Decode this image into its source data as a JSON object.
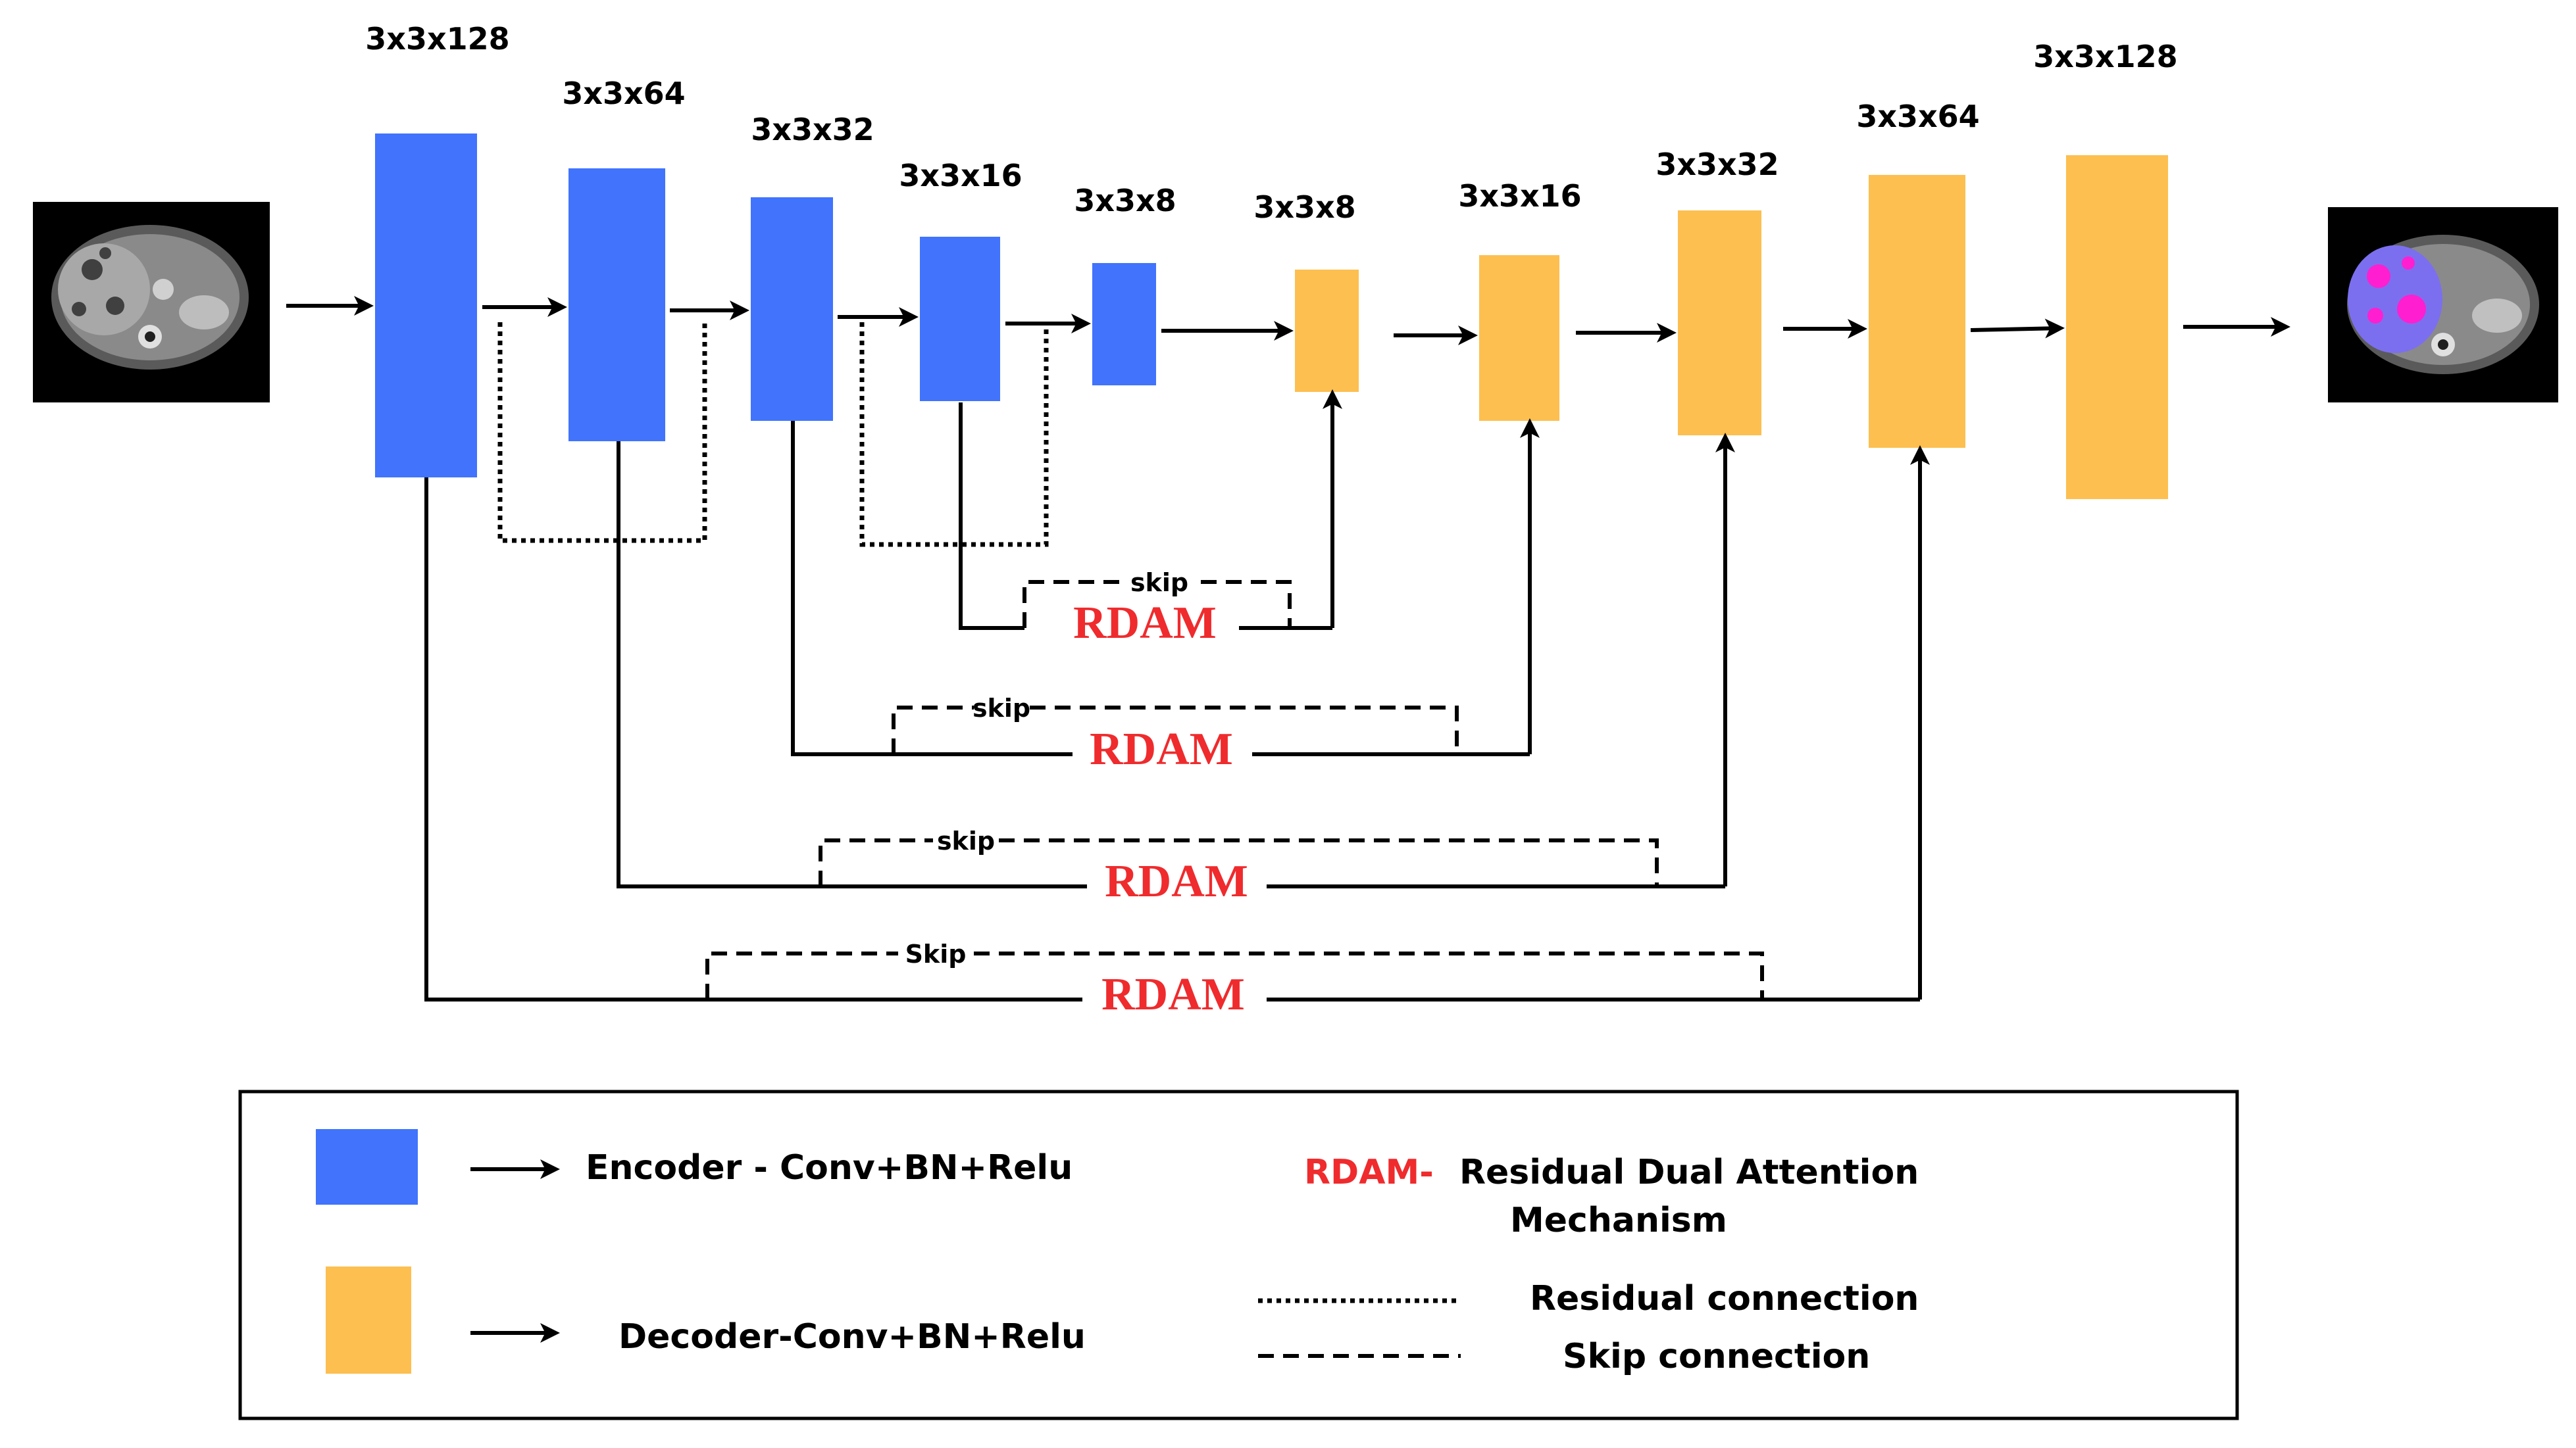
{
  "colors": {
    "encoder": "#4173fd",
    "decoder": "#fdbf50",
    "rdam": "#ef2b2d",
    "line": "#000000"
  },
  "encoder_blocks": [
    {
      "label": "3x3x128"
    },
    {
      "label": "3x3x64"
    },
    {
      "label": "3x3x32"
    },
    {
      "label": "3x3x16"
    },
    {
      "label": "3x3x8"
    }
  ],
  "decoder_blocks": [
    {
      "label": "3x3x8"
    },
    {
      "label": "3x3x16"
    },
    {
      "label": "3x3x32"
    },
    {
      "label": "3x3x64"
    },
    {
      "label": "3x3x128"
    }
  ],
  "skip_paths": [
    {
      "skip_label": "skip",
      "rdam_label": "RDAM"
    },
    {
      "skip_label": "skip",
      "rdam_label": "RDAM"
    },
    {
      "skip_label": "skip",
      "rdam_label": "RDAM"
    },
    {
      "skip_label": "Skip",
      "rdam_label": "RDAM"
    }
  ],
  "images": {
    "input": "ct-scan-input-image",
    "output": "segmented-ct-output-image"
  },
  "legend": {
    "encoder_text": "Encoder - Conv+BN+Relu",
    "decoder_text": "Decoder-Conv+BN+Relu",
    "rdam_abbrev": "RDAM-",
    "rdam_line1": "Residual Dual Attention",
    "rdam_line2": "Mechanism",
    "residual_text": "Residual connection",
    "skip_text": "Skip connection"
  }
}
